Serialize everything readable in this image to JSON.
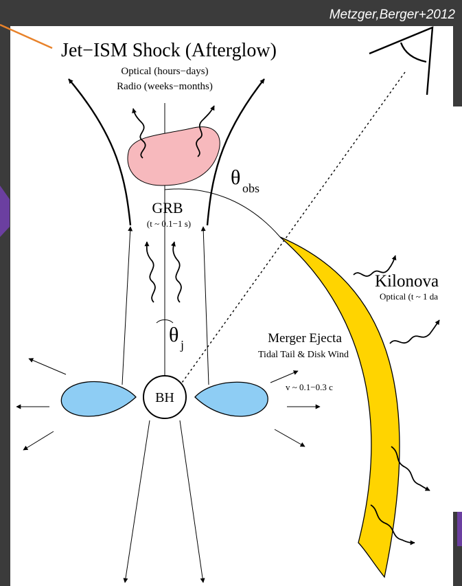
{
  "credit": "Metzger,Berger+2012",
  "afterglow": {
    "title": "Jet−ISM Shock (Afterglow)",
    "optical": "Optical (hours−days)",
    "radio": "Radio (weeks−months)"
  },
  "grb": {
    "label": "GRB",
    "time": "(t ~ 0.1−1 s)"
  },
  "angles": {
    "obs_symbol": "θ",
    "obs_sub": "obs",
    "jet_symbol": "θ",
    "jet_sub": "j"
  },
  "black_hole": {
    "label": "BH"
  },
  "ejecta": {
    "title": "Merger Ejecta",
    "subtitle": "Tidal Tail & Disk Wind",
    "velocity": "v ~ 0.1−0.3 c"
  },
  "kilonova": {
    "title": "Kilonova",
    "optical": "Optical (t ~ 1 da"
  },
  "colors": {
    "background": "#3b3b3b",
    "figure": "#ffffff",
    "afterglow_region": "#f7b9bd",
    "ejecta_lobes": "#8ecdf4",
    "kilonova_shell": "#ffd400",
    "accent": "#6b3fa0",
    "pointer": "#e8822a"
  }
}
